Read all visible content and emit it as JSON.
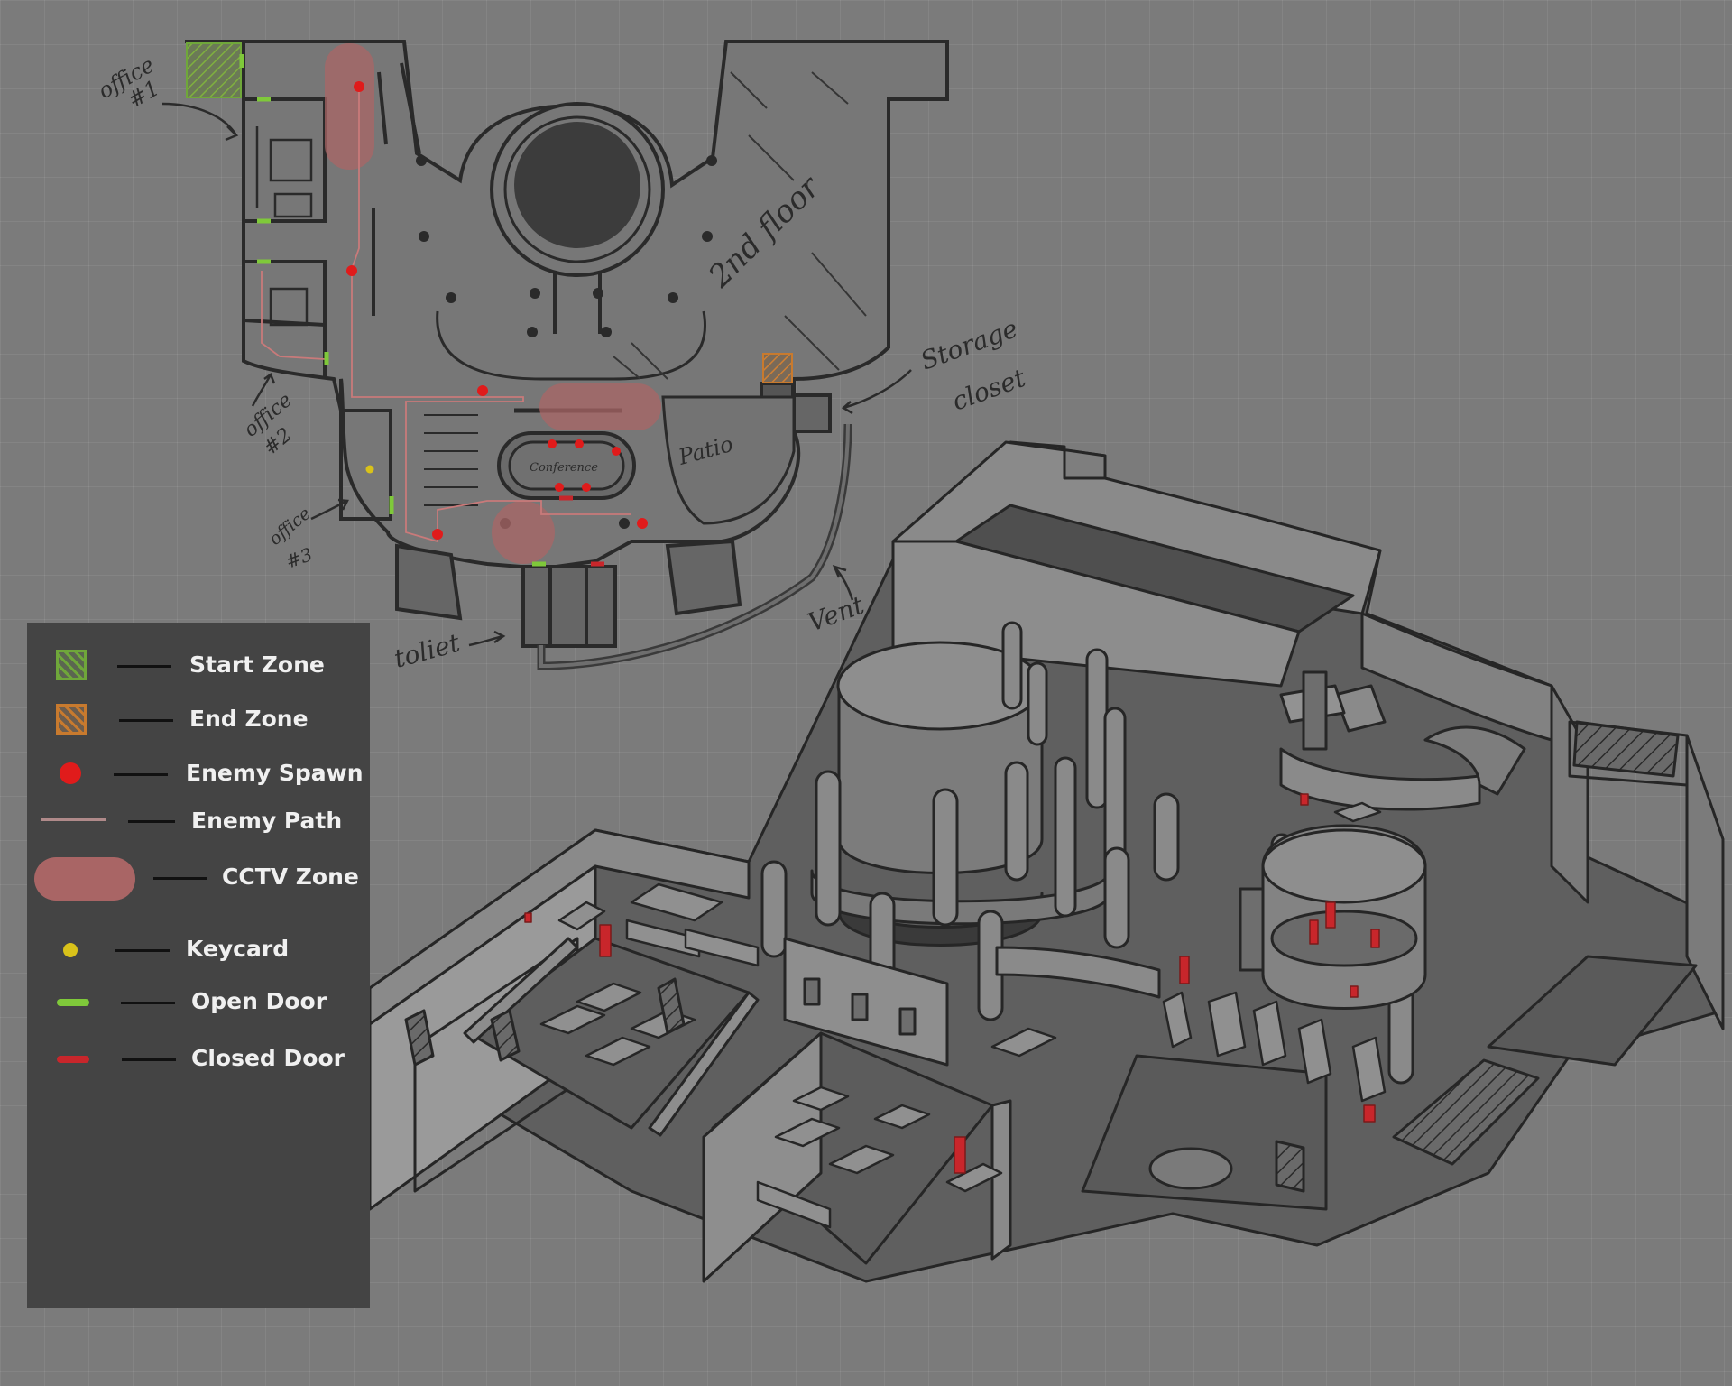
{
  "map": {
    "labels": {
      "office1_a": "office",
      "office1_b": "#1",
      "office2_a": "office",
      "office2_b": "#2",
      "office3_a": "office",
      "office3_b": "#3",
      "second_floor": "2nd floor",
      "storage_a": "Storage",
      "storage_b": "closet",
      "patio": "Patio",
      "conference": "Conference",
      "vent": "Vent",
      "toilet": "toliet"
    }
  },
  "legend": {
    "items": [
      {
        "label": "Start Zone",
        "symbol": "start-zone",
        "color": "#6fa73a"
      },
      {
        "label": "End Zone",
        "symbol": "end-zone",
        "color": "#c87a2e"
      },
      {
        "label": "Enemy Spawn",
        "symbol": "enemy-spawn",
        "color": "#e01b1b"
      },
      {
        "label": "Enemy Path",
        "symbol": "enemy-path",
        "color": "#b08a8a"
      },
      {
        "label": "CCTV Zone",
        "symbol": "cctv-zone",
        "color": "#a96565"
      },
      {
        "label": "Keycard",
        "symbol": "keycard",
        "color": "#d9c21a"
      },
      {
        "label": "Open Door",
        "symbol": "open-door",
        "color": "#7fc93a"
      },
      {
        "label": "Closed Door",
        "symbol": "closed-door",
        "color": "#c8262b"
      }
    ]
  }
}
